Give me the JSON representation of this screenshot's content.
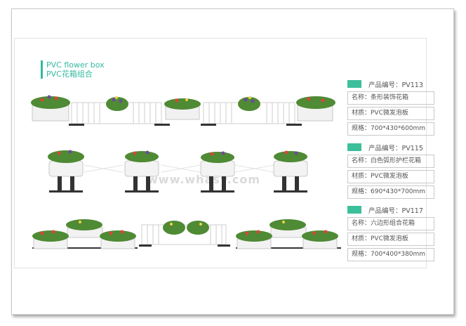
{
  "heading": {
    "line1": "PVC flower box",
    "line2": "PVC花箱组合",
    "accent_color": "#33b9a0"
  },
  "watermark": "www.whasy.com",
  "products": [
    {
      "code_label": "产品编号：PV113",
      "name": "名称：条形装饰花箱",
      "material": "材质：PVC微发泡板",
      "size": "规格：700*430*600mm"
    },
    {
      "code_label": "产品编号：PV115",
      "name": "名称：白色弧形护栏花箱",
      "material": "材质：PVC微发泡板",
      "size": "规格：690*430*700mm"
    },
    {
      "code_label": "产品编号：PV117",
      "name": "名称：六边形组合花箱",
      "material": "材质：PVC微发泡板",
      "size": "规格：700*400*380mm"
    }
  ],
  "colors": {
    "swatch": "#3cbf9b",
    "planter": "#f2f2f2",
    "foliage": "#4f8a34",
    "flower_red": "#d9453c",
    "flower_purple": "#6c4aa0",
    "railing": "#e6e6e6",
    "base": "#333333"
  }
}
